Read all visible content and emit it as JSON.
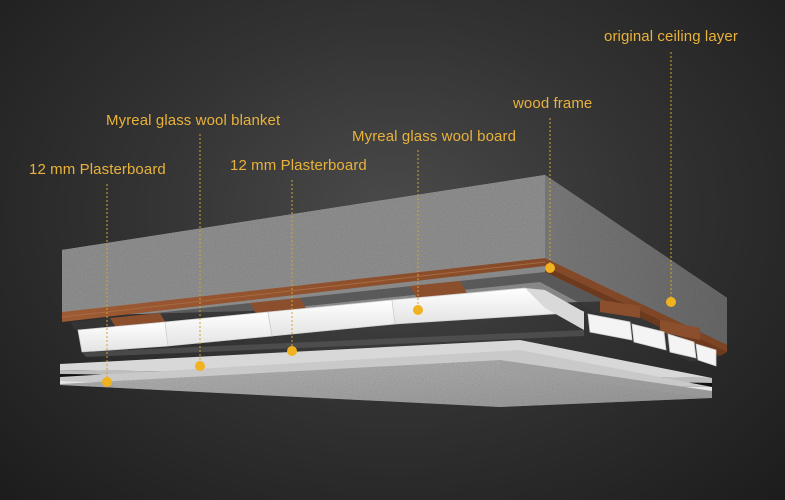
{
  "labels": {
    "original_ceiling_layer": "original ceiling layer",
    "wood_frame": "wood frame",
    "glass_wool_board": "Myreal glass wool board",
    "glass_wool_blanket": "Myreal glass wool blanket",
    "plasterboard_upper": "12 mm Plasterboard",
    "plasterboard_lower": "12 mm Plasterboard"
  },
  "colors": {
    "label_text": "#e9b23a",
    "leader_line": "#d6a32e",
    "marker_dot": "#f0b21f",
    "concrete": "#8c8c8c",
    "wood": "#8b4f2e",
    "glass_wool": "#f2f2f2",
    "plasterboard": "#a9a9a9",
    "background": "#3a3a3a"
  }
}
